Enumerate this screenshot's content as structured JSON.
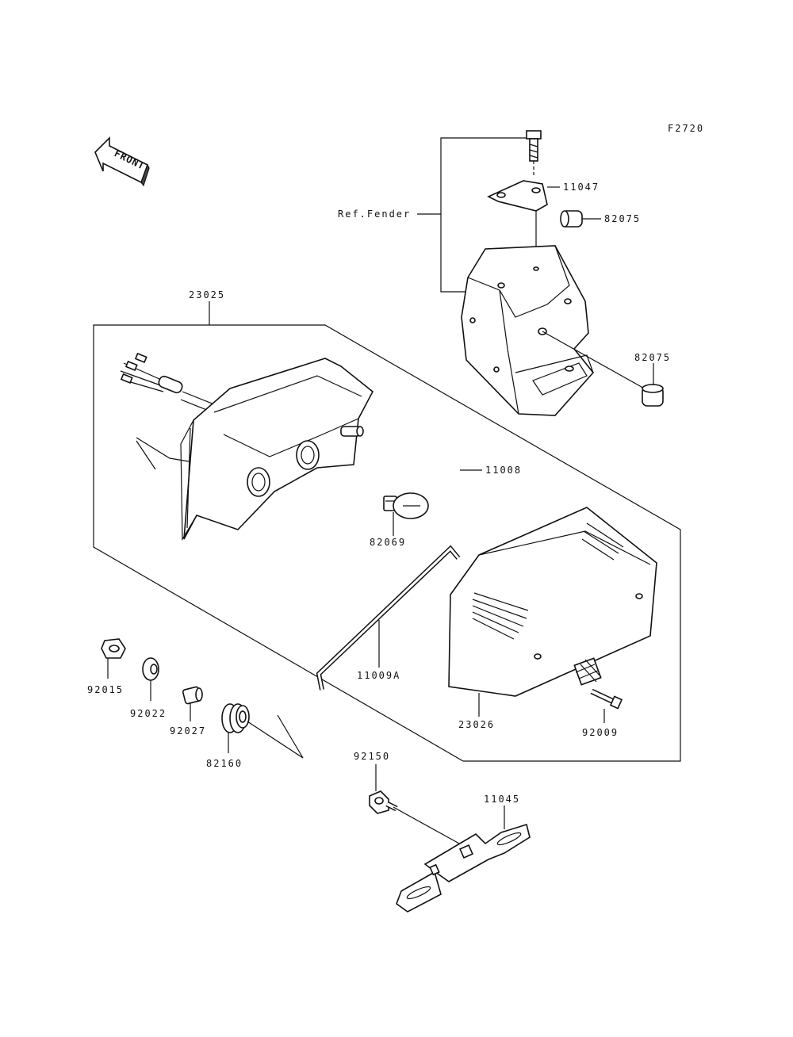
{
  "figure_code": "F2720",
  "front_label": "FRONT",
  "ref_label": "Ref.Fender",
  "parts": [
    {
      "id": "p11047",
      "label": "11047"
    },
    {
      "id": "p82075a",
      "label": "82075"
    },
    {
      "id": "p82075b",
      "label": "82075"
    },
    {
      "id": "p23025",
      "label": "23025"
    },
    {
      "id": "p11008",
      "label": "11008"
    },
    {
      "id": "p82069",
      "label": "82069"
    },
    {
      "id": "p11009A",
      "label": "11009A"
    },
    {
      "id": "p92015",
      "label": "92015"
    },
    {
      "id": "p92022",
      "label": "92022"
    },
    {
      "id": "p92027",
      "label": "92027"
    },
    {
      "id": "p82160",
      "label": "82160"
    },
    {
      "id": "p23026",
      "label": "23026"
    },
    {
      "id": "p92009",
      "label": "92009"
    },
    {
      "id": "p92150",
      "label": "92150"
    },
    {
      "id": "p11045",
      "label": "11045"
    }
  ]
}
